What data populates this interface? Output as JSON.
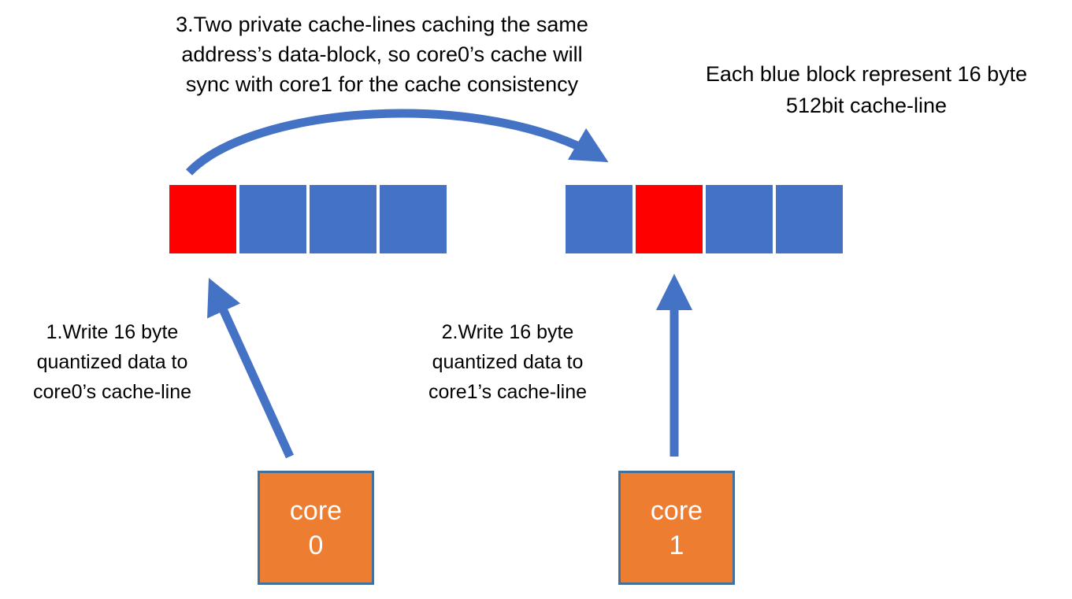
{
  "annotations": {
    "step3": "3.Two private cache-lines caching the same\naddress’s data-block, so core0’s cache will\nsync with core1 for the cache consistency",
    "legend": "Each blue block represent 16 byte\n512bit cache-line",
    "step1": "1.Write 16 byte\nquantized data to\ncore0’s cache-line",
    "step2": "2.Write 16 byte\nquantized data to\ncore1’s cache-line"
  },
  "cache_lines": {
    "core0": {
      "blocks": [
        "red",
        "blue",
        "blue",
        "blue"
      ]
    },
    "core1": {
      "blocks": [
        "blue",
        "red",
        "blue",
        "blue"
      ]
    }
  },
  "cores": [
    {
      "id": "core0",
      "label": "core\n0"
    },
    {
      "id": "core1",
      "label": "core\n1"
    }
  ],
  "colors": {
    "blue": "#4472C4",
    "red": "#FF0000",
    "orange": "#ED7D31",
    "arrow": "#4472C4",
    "core_border": "#41719C"
  }
}
